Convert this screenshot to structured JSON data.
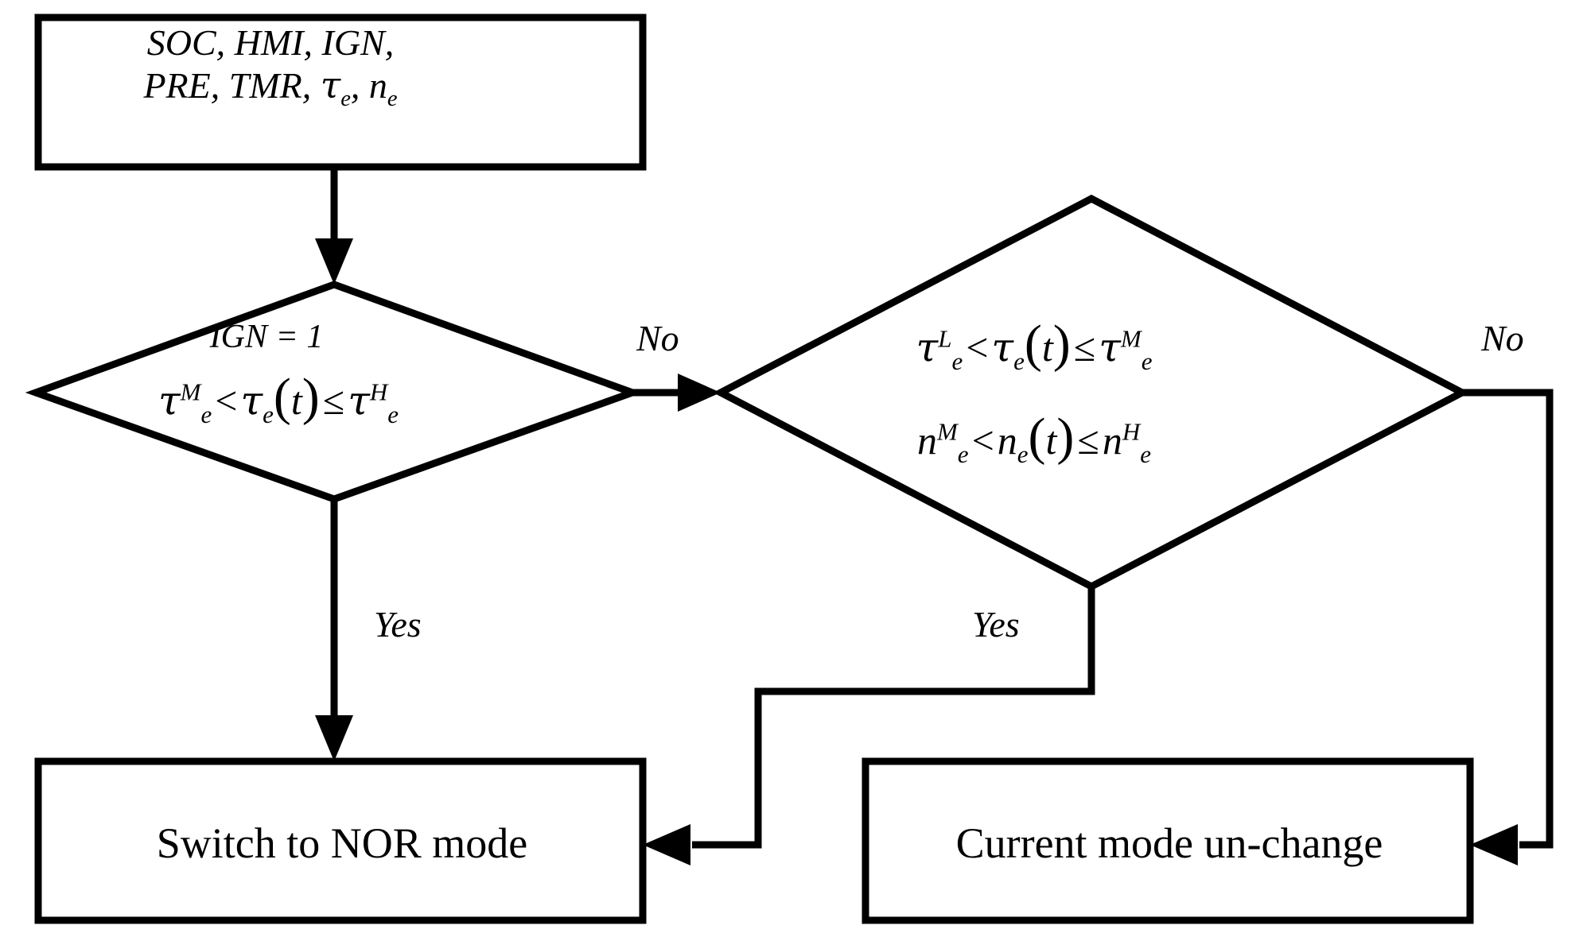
{
  "diagram": {
    "title": "Engine mode switching decision flowchart",
    "background_color": "#ffffff",
    "stroke_color": "#000000",
    "nodes": {
      "start": {
        "shape": "rectangle",
        "line1": "SOC, HMI, IGN,",
        "line2_prefix": "PRE, TMR, ",
        "line2_tau": "τ",
        "line2_tau_sub": "e",
        "line2_mid": ", ",
        "line2_n": "n",
        "line2_n_sub": "e"
      },
      "decision1": {
        "shape": "diamond",
        "line1": "IGN = 1",
        "expr": {
          "lhs_var": "τ",
          "lhs_sup": "M",
          "lhs_sub": "e",
          "op1": "<",
          "mid_var": "τ",
          "mid_sub": "e",
          "mid_arg_open": "(",
          "mid_arg": "t",
          "mid_arg_close": ")",
          "op2": "≤",
          "rhs_var": "τ",
          "rhs_sup": "H",
          "rhs_sub": "e"
        }
      },
      "decision2": {
        "shape": "diamond",
        "expr1": {
          "lhs_var": "τ",
          "lhs_sup": "L",
          "lhs_sub": "e",
          "op1": "<",
          "mid_var": "τ",
          "mid_sub": "e",
          "mid_arg_open": "(",
          "mid_arg": "t",
          "mid_arg_close": ")",
          "op2": "≤",
          "rhs_var": "τ",
          "rhs_sup": "M",
          "rhs_sub": "e"
        },
        "expr2": {
          "lhs_var": "n",
          "lhs_sup": "M",
          "lhs_sub": "e",
          "op1": "<",
          "mid_var": "n",
          "mid_sub": "e",
          "mid_arg_open": "(",
          "mid_arg": "t",
          "mid_arg_close": ")",
          "op2": "≤",
          "rhs_var": "n",
          "rhs_sup": "H",
          "rhs_sub": "e"
        }
      },
      "end_left": {
        "shape": "rectangle",
        "label": "Switch to NOR mode"
      },
      "end_right": {
        "shape": "rectangle",
        "label": "Current mode un-change"
      }
    },
    "edge_labels": {
      "no_from_decision1": "No",
      "no_from_decision2": "No",
      "yes_from_decision1": "Yes",
      "yes_from_decision2": "Yes"
    }
  }
}
